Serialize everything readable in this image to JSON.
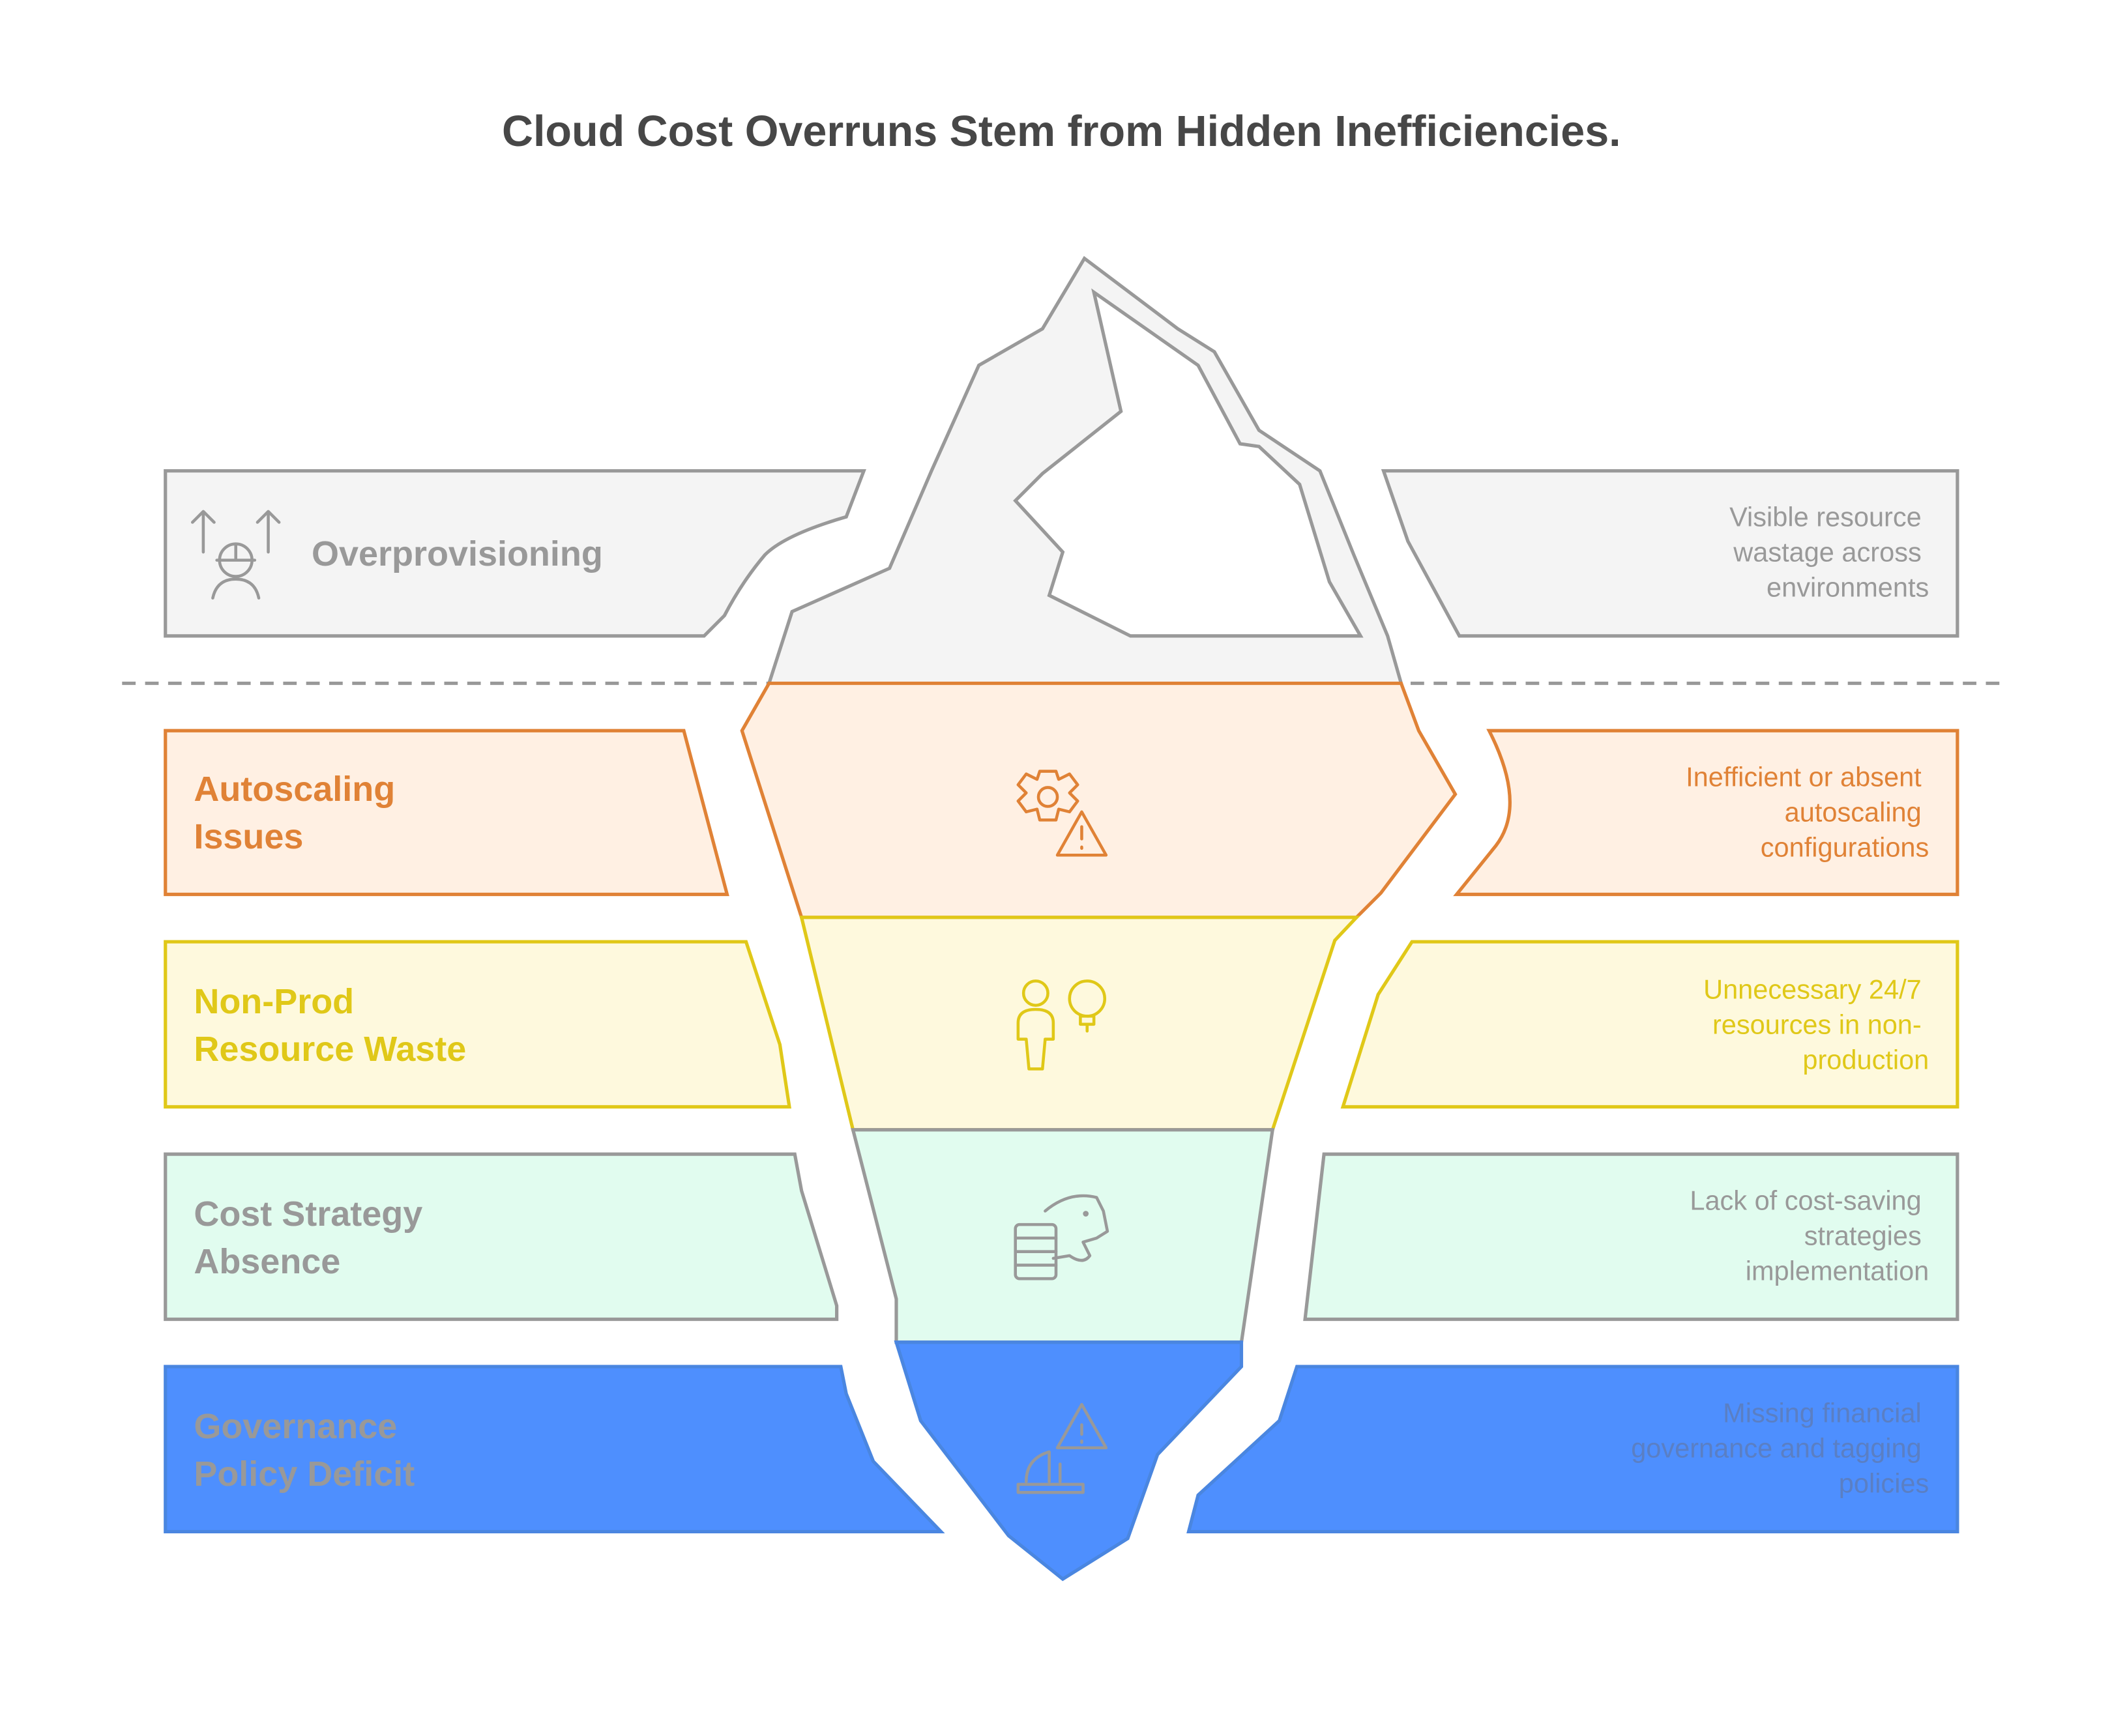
{
  "title": "Cloud Cost Overruns Stem from Hidden Inefficiencies.",
  "layers": [
    {
      "label_lines": [
        "Overprovisioning"
      ],
      "desc_lines": [
        "Visible resource",
        "wastage across",
        "environments"
      ],
      "icon": "worker-arrows-icon",
      "fill": "#f4f4f4",
      "stroke": "#999999",
      "text_color": "#999999"
    },
    {
      "label_lines": [
        "Autoscaling",
        "Issues"
      ],
      "desc_lines": [
        "Inefficient or absent",
        "autoscaling",
        "configurations"
      ],
      "icon": "gear-warning-icon",
      "fill": "#fff0e3",
      "stroke": "#e08236",
      "text_color": "#e08236"
    },
    {
      "label_lines": [
        "Non-Prod",
        "Resource Waste"
      ],
      "desc_lines": [
        "Unnecessary 24/7",
        "resources in non-",
        "production"
      ],
      "icon": "person-lightbulb-icon",
      "fill": "#fef9dd",
      "stroke": "#e0c818",
      "text_color": "#e0c818"
    },
    {
      "label_lines": [
        "Cost Strategy",
        "Absence"
      ],
      "desc_lines": [
        "Lack of cost-saving",
        "strategies",
        "implementation"
      ],
      "icon": "piggy-bank-coins-icon",
      "fill": "#e1fcef",
      "stroke": "#999999",
      "text_color": "#999999"
    },
    {
      "label_lines": [
        "Governance",
        "Policy Deficit"
      ],
      "desc_lines": [
        "Missing financial",
        "governance and tagging",
        "policies"
      ],
      "icon": "ship-warning-icon",
      "fill": "#4e8ffe",
      "stroke": "#4a86e0",
      "text_color": "#999999"
    }
  ]
}
